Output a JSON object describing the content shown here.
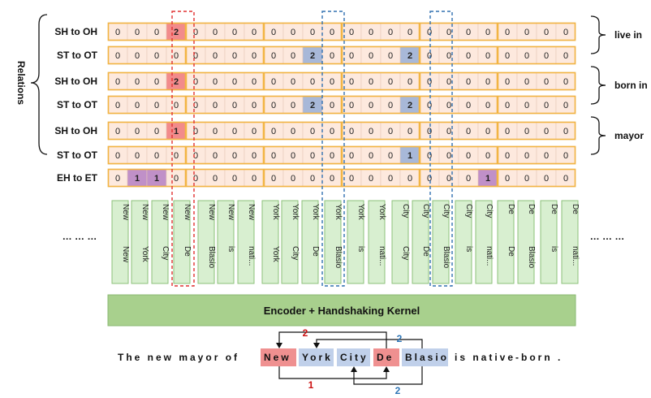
{
  "relations_label": "Relations",
  "row_labels": [
    "SH to OH",
    "ST to OT",
    "SH to OH",
    "ST to OT",
    "SH to OH",
    "ST to OT"
  ],
  "eh_label": "EH to ET",
  "relation_names": [
    "live in",
    "born in",
    "mayor"
  ],
  "rows": [
    [
      "0",
      "0",
      "0",
      "2",
      "0",
      "0",
      "0",
      "0",
      "0",
      "0",
      "0",
      "0",
      "0",
      "0",
      "0",
      "0",
      "0",
      "0",
      "0",
      "0",
      "0",
      "0",
      "0",
      "0"
    ],
    [
      "0",
      "0",
      "0",
      "0",
      "0",
      "0",
      "0",
      "0",
      "0",
      "0",
      "2",
      "0",
      "0",
      "0",
      "0",
      "2",
      "0",
      "0",
      "0",
      "0",
      "0",
      "0",
      "0",
      "0"
    ],
    [
      "0",
      "0",
      "0",
      "2",
      "0",
      "0",
      "0",
      "0",
      "0",
      "0",
      "0",
      "0",
      "0",
      "0",
      "0",
      "0",
      "0",
      "0",
      "0",
      "0",
      "0",
      "0",
      "0",
      "0"
    ],
    [
      "0",
      "0",
      "0",
      "0",
      "0",
      "0",
      "0",
      "0",
      "0",
      "0",
      "2",
      "0",
      "0",
      "0",
      "0",
      "2",
      "0",
      "0",
      "0",
      "0",
      "0",
      "0",
      "0",
      "0"
    ],
    [
      "0",
      "0",
      "0",
      "1",
      "0",
      "0",
      "0",
      "0",
      "0",
      "0",
      "0",
      "0",
      "0",
      "0",
      "0",
      "0",
      "0",
      "0",
      "0",
      "0",
      "0",
      "0",
      "0",
      "0"
    ],
    [
      "0",
      "0",
      "0",
      "0",
      "0",
      "0",
      "0",
      "0",
      "0",
      "0",
      "0",
      "0",
      "0",
      "0",
      "0",
      "1",
      "0",
      "0",
      "0",
      "0",
      "0",
      "0",
      "0",
      "0"
    ]
  ],
  "eh_row": [
    "0",
    "1",
    "1",
    "0",
    "0",
    "0",
    "0",
    "0",
    "0",
    "0",
    "0",
    "0",
    "0",
    "0",
    "0",
    "0",
    "0",
    "0",
    "0",
    "1",
    "0",
    "0",
    "0",
    "0"
  ],
  "row_highlights": [
    [
      {
        "col": 3,
        "color": "#f28b8b",
        "text_color": "#ffffff"
      }
    ],
    [
      {
        "col": 10,
        "color": "#a8b8d8",
        "text_color": "#ffffff"
      },
      {
        "col": 15,
        "color": "#a8b8d8",
        "text_color": "#ffffff"
      }
    ],
    [
      {
        "col": 3,
        "color": "#f28b8b",
        "text_color": "#ffffff"
      }
    ],
    [
      {
        "col": 10,
        "color": "#a8b8d8",
        "text_color": "#ffffff"
      },
      {
        "col": 15,
        "color": "#a8b8d8",
        "text_color": "#ffffff"
      }
    ],
    [
      {
        "col": 3,
        "color": "#f28b8b",
        "text_color": "#ffffff"
      }
    ],
    [
      {
        "col": 15,
        "color": "#a8b8d8",
        "text_color": "#ffffff"
      }
    ]
  ],
  "eh_highlights": [
    {
      "col": 1,
      "color": "#c090c8",
      "text_color": "#ffffff"
    },
    {
      "col": 2,
      "color": "#c090c8",
      "text_color": "#ffffff"
    },
    {
      "col": 19,
      "color": "#c090c8",
      "text_color": "#ffffff"
    }
  ],
  "token_pairs": [
    [
      "New",
      "New"
    ],
    [
      "New",
      "York"
    ],
    [
      "New",
      "City"
    ],
    [
      "New",
      "De"
    ],
    [
      "New",
      "Blasio"
    ],
    [
      "New",
      "is"
    ],
    [
      "New",
      "nati..."
    ],
    [
      "York",
      "York"
    ],
    [
      "York",
      "City"
    ],
    [
      "York",
      "De"
    ],
    [
      "York",
      "Blasio"
    ],
    [
      "York",
      "is"
    ],
    [
      "York",
      "nati..."
    ],
    [
      "City",
      "City"
    ],
    [
      "City",
      "De"
    ],
    [
      "City",
      "Blasio"
    ],
    [
      "City",
      "is"
    ],
    [
      "City",
      "nati..."
    ],
    [
      "De",
      "De"
    ],
    [
      "De",
      "Blasio"
    ],
    [
      "De",
      "is"
    ],
    [
      "De",
      "nati..."
    ]
  ],
  "ellipsis": "… … …",
  "encoder_label": "Encoder + Handshaking Kernel",
  "sentence": {
    "prefix": "The new mayor of",
    "tokens": [
      {
        "text": "New",
        "color": "#ef9090"
      },
      {
        "text": "York",
        "color": "#c0d0ea"
      },
      {
        "text": "City",
        "color": "#c0d0ea"
      },
      {
        "text": "De",
        "color": "#ef9090"
      },
      {
        "text": "Blasio",
        "color": "#c0d0ea"
      }
    ],
    "suffix": "is native-born ."
  },
  "arc_labels": {
    "top_red": "2",
    "top_blue": "2",
    "bottom_red": "1",
    "bottom_blue": "2"
  },
  "colors": {
    "cell_fill": "#fde9de",
    "segment_border": "#f2b544",
    "token_fill": "#d8efd0",
    "token_border": "#8cc07a",
    "encoder_fill": "#a8d08d",
    "red_dash": "#e03030",
    "blue_dash": "#3070b0",
    "red_text": "#cc1111",
    "blue_text": "#2e75b6"
  }
}
